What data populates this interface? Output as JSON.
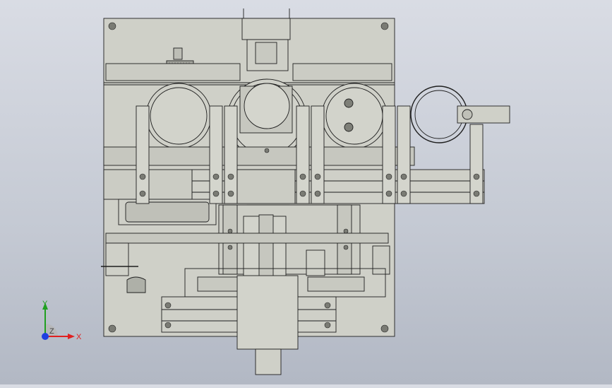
{
  "viewport": {
    "background_top": "#d9dce4",
    "background_bottom": "#b2b8c4",
    "part_color": "#cfd0c8",
    "part_dark": "#b9bab2",
    "edge_color": "#1e1e1e"
  },
  "triad": {
    "x_label": "X",
    "y_label": "Y",
    "z_label": "Z",
    "x_color": "#e02020",
    "y_color": "#20a020",
    "z_color": "#2040e0"
  }
}
